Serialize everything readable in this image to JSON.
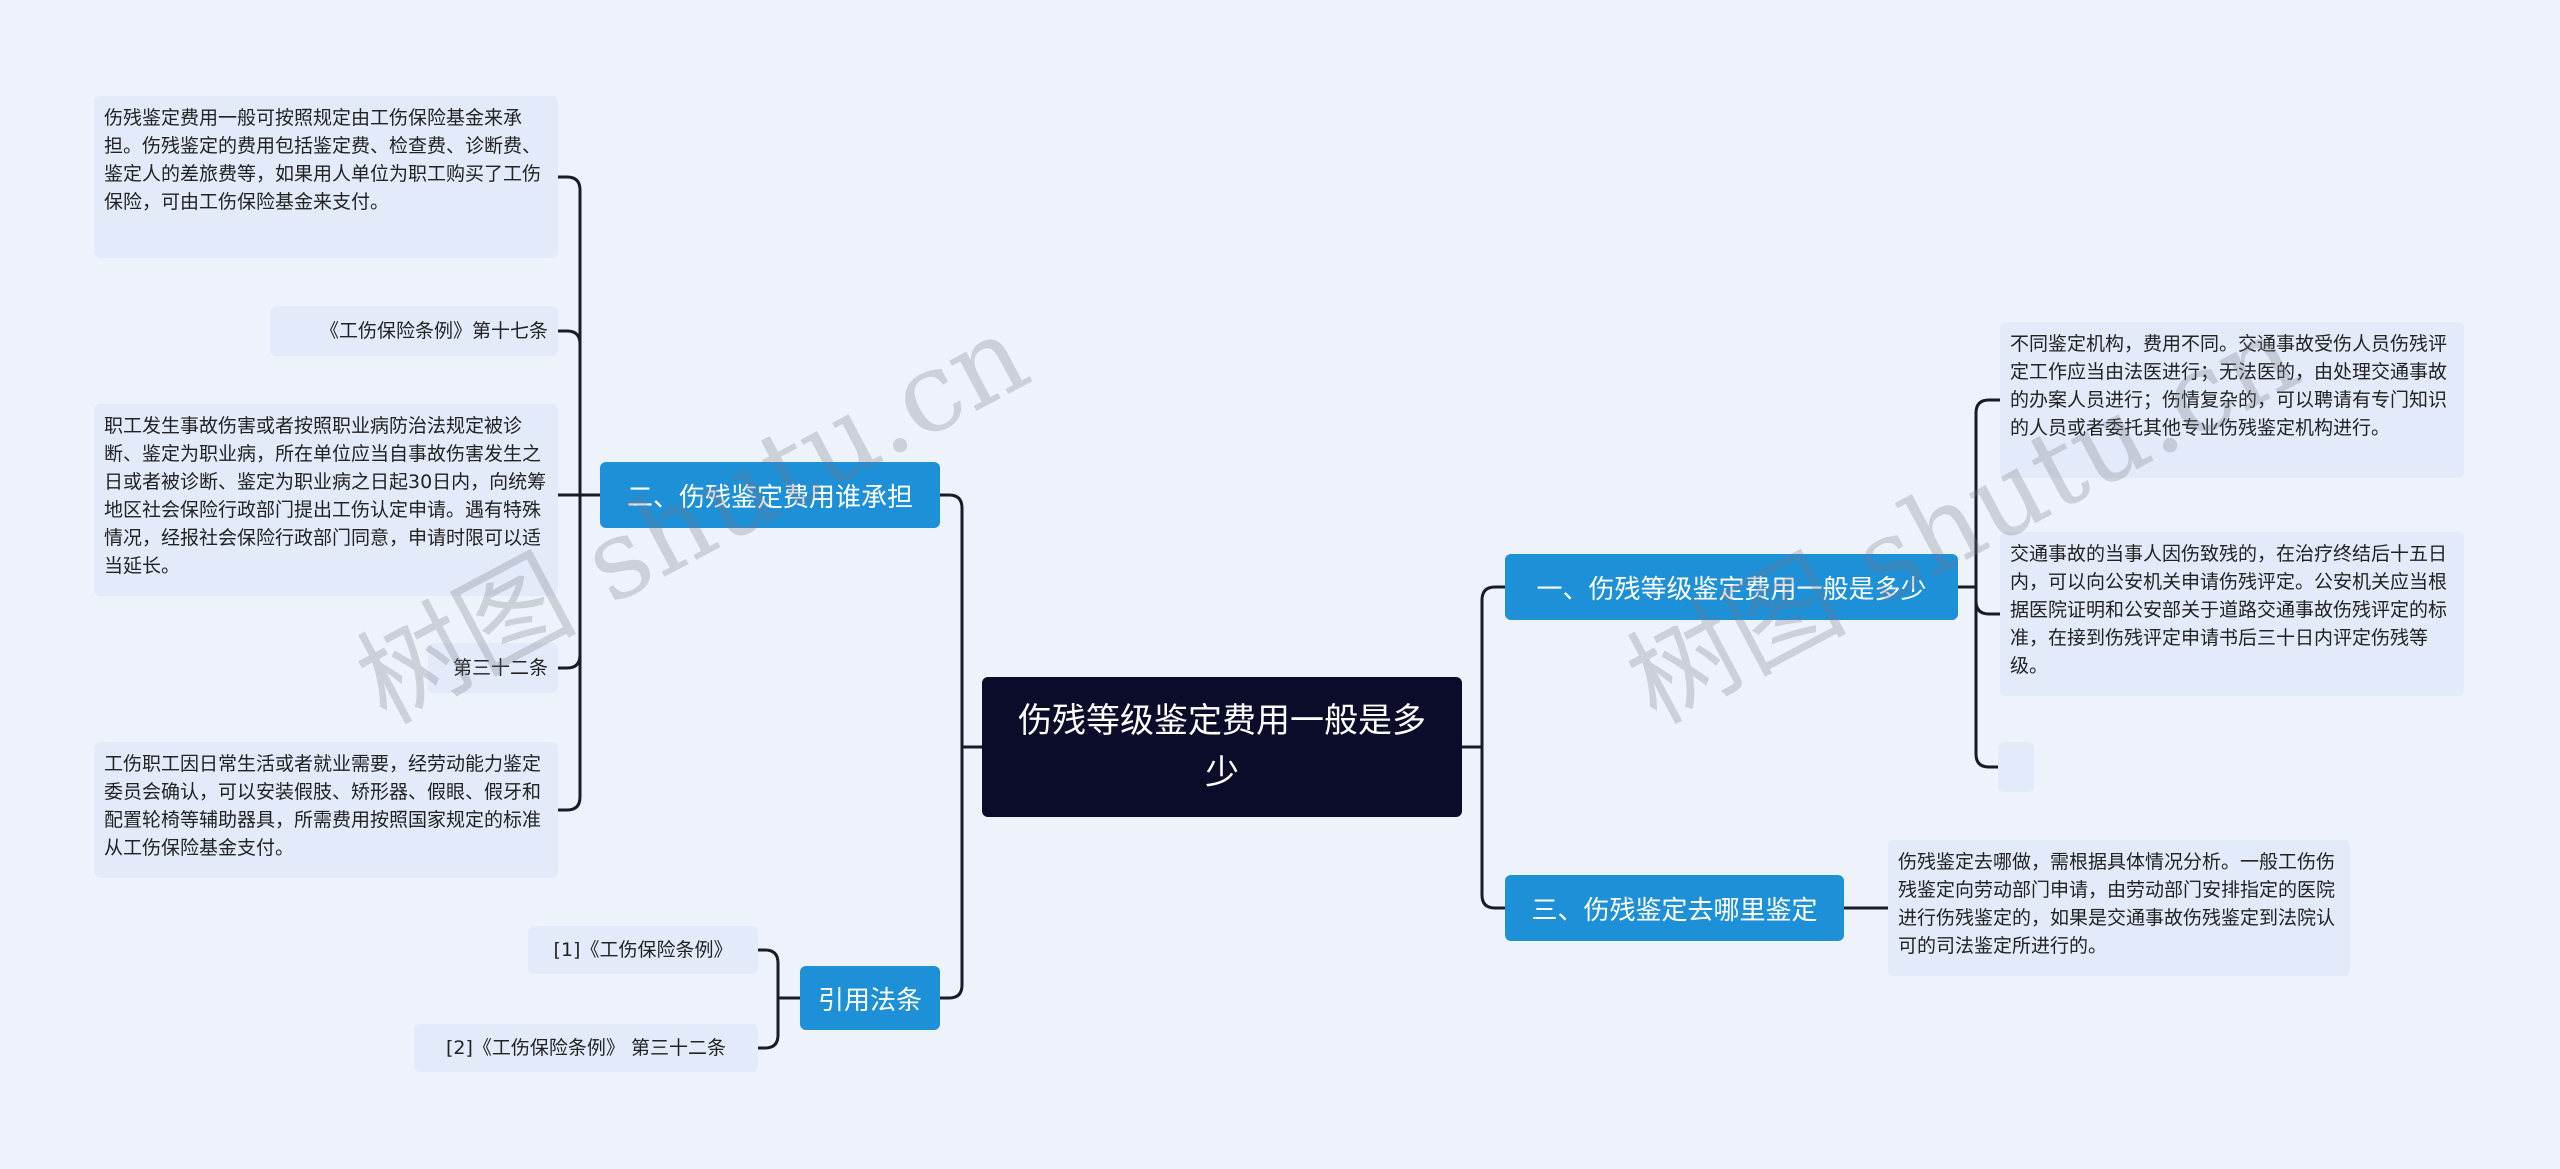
{
  "root": {
    "title": "伤残等级鉴定费用一般是多少"
  },
  "branches": {
    "b1": "一、伤残等级鉴定费用一般是多少",
    "b2": "二、伤残鉴定费用谁承担",
    "b3": "三、伤残鉴定去哪里鉴定",
    "b4": "引用法条"
  },
  "leaves": {
    "r1a": "不同鉴定机构，费用不同。交通事故受伤人员伤残评定工作应当由法医进行；无法医的，由处理交通事故的办案人员进行；伤情复杂的，可以聘请有专门知识的人员或者委托其他专业伤残鉴定机构进行。",
    "r1b": "交通事故的当事人因伤致残的，在治疗终结后十五日内，可以向公安机关申请伤残评定。公安机关应当根据医院证明和公安部关于道路交通事故伤残评定的标准，在接到伤残评定申请书后三十日内评定伤残等级。",
    "r1c": "",
    "r3a": "伤残鉴定去哪做，需根据具体情况分析。一般工伤伤残鉴定向劳动部门申请，由劳动部门安排指定的医院进行伤残鉴定的，如果是交通事故伤残鉴定到法院认可的司法鉴定所进行的。",
    "l2a": "伤残鉴定费用一般可按照规定由工伤保险基金来承担。伤残鉴定的费用包括鉴定费、检查费、诊断费、鉴定人的差旅费等，如果用人单位为职工购买了工伤保险，可由工伤保险基金来支付。",
    "l2b": "《工伤保险条例》第十七条",
    "l2c": "职工发生事故伤害或者按照职业病防治法规定被诊断、鉴定为职业病，所在单位应当自事故伤害发生之日或者被诊断、鉴定为职业病之日起30日内，向统筹地区社会保险行政部门提出工伤认定申请。遇有特殊情况，经报社会保险行政部门同意，申请时限可以适当延长。",
    "l2d": "第三十二条",
    "l2e": "工伤职工因日常生活或者就业需要，经劳动能力鉴定委员会确认，可以安装假肢、矫形器、假眼、假牙和配置轮椅等辅助器具，所需费用按照国家规定的标准从工伤保险基金支付。",
    "l4a": "[1]《工伤保险条例》",
    "l4b": "[2]《工伤保险条例》 第三十二条"
  },
  "watermark": {
    "text": "树图 shutu.cn"
  },
  "colors": {
    "background": "#eef3fb",
    "root": "#0b0b2a",
    "branch": "#1e90d8",
    "leaf": "#e3ebfb",
    "line": "#1a1a2a"
  }
}
